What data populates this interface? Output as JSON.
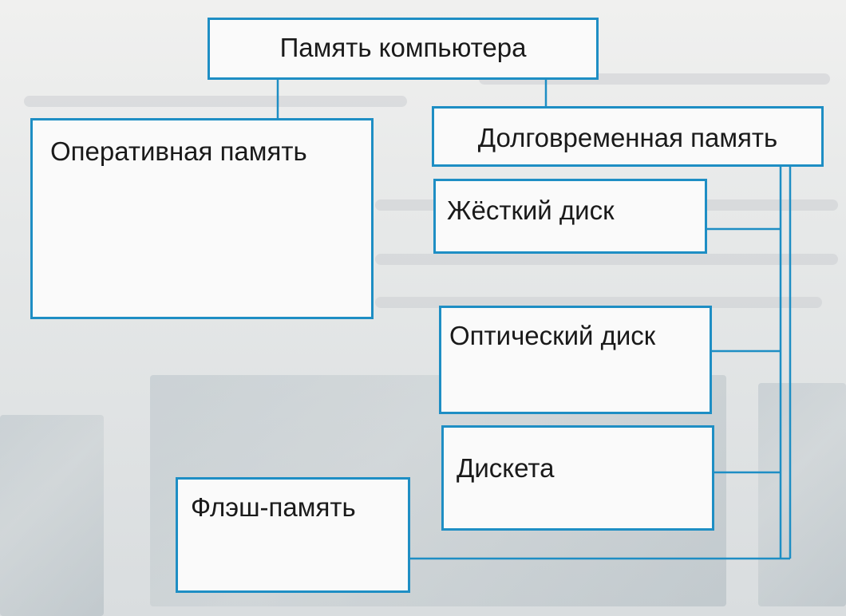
{
  "diagram": {
    "root": {
      "label": "Память компьютера"
    },
    "ram": {
      "label": "Оперативная память"
    },
    "long_term": {
      "label": "Долговременная память"
    },
    "hard_disk": {
      "label": "Жёсткий диск"
    },
    "optical_disk": {
      "label": "Оптический диск"
    },
    "floppy": {
      "label": "Дискета"
    },
    "flash": {
      "label": "Флэш-память"
    }
  },
  "colors": {
    "box_border": "#1e8ec4",
    "connector": "#1e8ec4",
    "box_fill": "#fafafa",
    "text": "#1a1a1a"
  }
}
